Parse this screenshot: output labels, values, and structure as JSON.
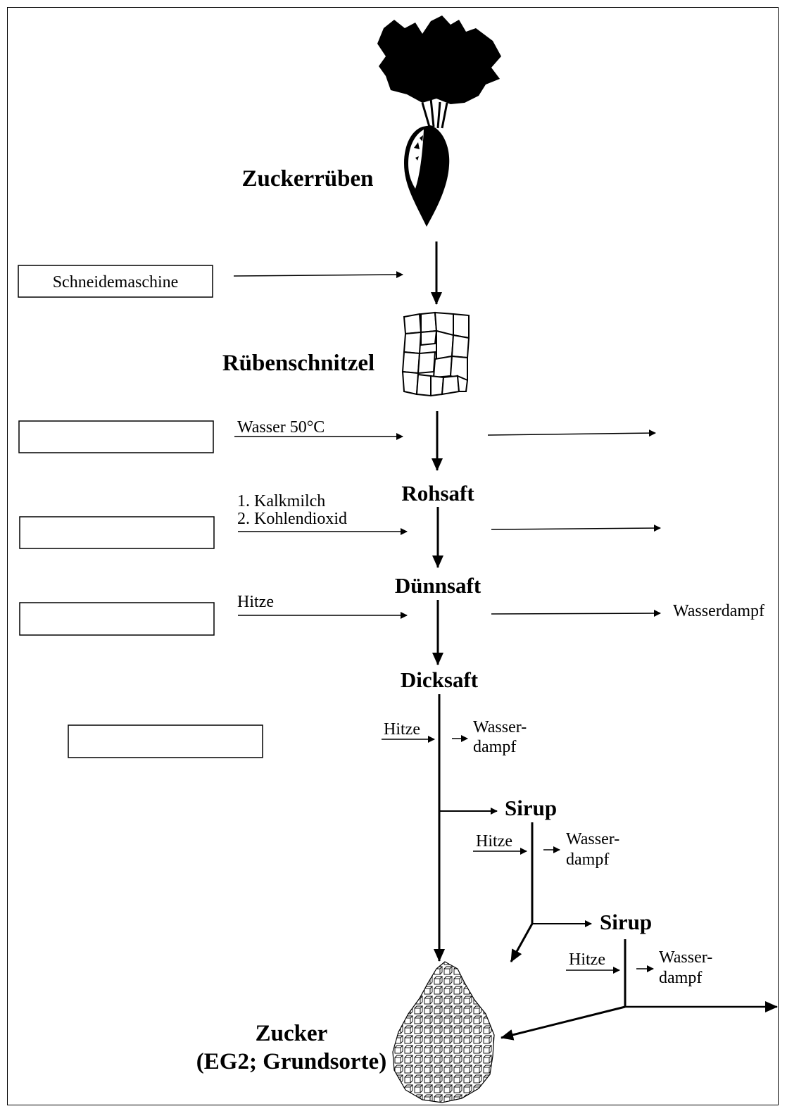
{
  "stages": {
    "zuckerrueben": "Zuckerrüben",
    "ruebenschnitzel": "Rübenschnitzel",
    "rohsaft": "Rohsaft",
    "duennsaft": "Dünnsaft",
    "dicksaft": "Dicksaft",
    "sirup_1": "Sirup",
    "sirup_2": "Sirup",
    "zucker_line1": "Zucker",
    "zucker_line2": "(EG2; Grundsorte)"
  },
  "boxes": {
    "box_1": "Schneidemaschine",
    "box_2": "",
    "box_3": "",
    "box_4": "",
    "box_5": ""
  },
  "inputs": {
    "wasser": "Wasser 50°C",
    "kalkmilch": "1. Kalkmilch",
    "kohlendioxid": "2. Kohlendioxid",
    "hitze_1": "Hitze",
    "hitze_2": "Hitze",
    "hitze_3": "Hitze",
    "hitze_4": "Hitze"
  },
  "outputs": {
    "wasserdampf_1": "Wasserdampf",
    "wasserdampf_2_line1": "Wasser-",
    "wasserdampf_2_line2": "dampf",
    "wasserdampf_3_line1": "Wasser-",
    "wasserdampf_3_line2": "dampf",
    "wasserdampf_4_line1": "Wasser-",
    "wasserdampf_4_line2": "dampf"
  },
  "icons": {
    "beet": "sugar-beet-icon",
    "chips": "beet-chips-icon",
    "sugar": "sugar-crystals-icon"
  }
}
